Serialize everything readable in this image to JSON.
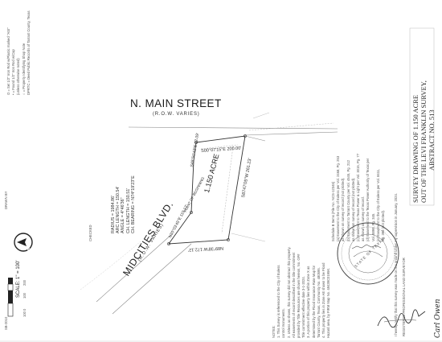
{
  "street_north": {
    "name": "N. MAIN STREET",
    "row": "(R.O.W. VARIES)"
  },
  "street_west": {
    "name": "MIDCITIES BLVD.",
    "row": "(R.O.W. VARIES)"
  },
  "tract": {
    "area": "1.150 ACRE",
    "bearing_north": "S00°07'15\"E 200.00'",
    "bearing_east": "S8747'05\"W 261.23'",
    "bearing_south": "N89°38'W 172.12'",
    "bearing_nw": "S48°50'42\"E 22.09'",
    "bearing_west": "N70°03'45\"E 119.17'",
    "pob": "POINT OF BEGINNING"
  },
  "curve_table": {
    "radius": "RADIUS = 1984.86'",
    "arc": "ARC LENGTH = 150.54'",
    "angle": "ANGLE = 4°46'36\"",
    "chord": "CH. LENGTH = 150.51'",
    "chord_bearing": "CH. BEARING = N74°19'23\"E"
  },
  "scale": {
    "label": "SCALE: 1\" = 100'",
    "ticks": [
      "100",
      "0",
      "100",
      "200"
    ]
  },
  "north_label": "NORTH",
  "title": {
    "line1": "SURVEY DRAWING OF 1.150 ACRE",
    "line2": "OUT OF THE LEVI FRANKLIN SURVEY,",
    "line3": "ABSTRACT NO. 513"
  },
  "seal": {
    "text": "STATE OF TEXAS"
  },
  "signature": "Carl Owen",
  "legend": [
    "O = Set 1/2\" Iron Rod w/Plastic marked \"ASI\"",
    "• = Found 1/2\" Iron Rod w/Cap",
    "  (unless otherwise noted)",
    "○ = Property Identifying Shop Note",
    "DPRTC = Deed Public Records of Tarrant County, Texas"
  ],
  "notes": [
    "NOTES:",
    "1. This Survey is referenced to the City of Euless",
    "   control monuments.",
    "2. Unless as shown, this survey did not abstract this property.",
    "   All easements of record described in the title commitment",
    "   provided by Title Resources are shown hereon, No. GF#",
    "   Title commitment effective date 3-1-2024.",
    "3. A portion of this property lies within Zone X as",
    "   determined by the Flood Insurance Rate Map for",
    "   Tarrant County, Texas, Community No. 480595.",
    "4. This property lies in Zone AE shown to be Flood",
    "   Hazard area, by FIRM Map No. 48439C0195K."
  ],
  "right_notes": [
    "Schedule B Items (File No. NCS-12345)",
    "(a) Easement to the City of Euless per Vol. 2468, Pg. 253",
    "    as shown on survey of record (not plotted).",
    "(b) Easement to Tarrant County per Vol. 4545, Pg. 212",
    "    as shown on survey of record (not plotted).",
    "(c) Easement to Texas Power & Light per Vol. 3015, Pg. 77",
    "    as shown on survey of record.",
    "(d) Easement to the Texas Power Authority of Texas per",
    "    Vol. 8899, Pg. 345.",
    "(e) Easement to the City of Euless per Vol. 8411,",
    "    Pg. 398 (not plotted)."
  ],
  "bottom_certification": "I hereby certify that this survey was made on the ground under my supervision in January, 2024.",
  "surveyor_line": "REGISTERED PROFESSIONAL LAND SURVEYOR",
  "left_edge_notes": [
    "DRAWN BY",
    "CHECKED"
  ],
  "sheet_id": "SB-2010"
}
